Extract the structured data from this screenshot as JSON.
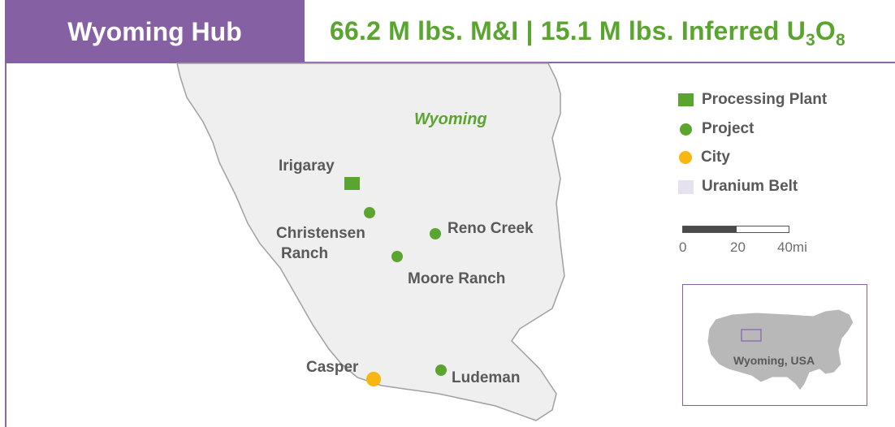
{
  "header": {
    "badge_title": "Wyoming Hub",
    "headline_main": "66.2 M lbs. M&I  | 15.1 M lbs. Inferred U",
    "headline_sub1": "3",
    "headline_o": "O",
    "headline_sub2": "8"
  },
  "map": {
    "state_label": "Wyoming",
    "places": [
      {
        "name": "Irigaray",
        "type": "Processing Plant"
      },
      {
        "name": "Christensen Ranch",
        "type": "Project"
      },
      {
        "name": "Reno Creek",
        "type": "Project"
      },
      {
        "name": "Moore Ranch",
        "type": "Project"
      },
      {
        "name": "Casper",
        "type": "City"
      },
      {
        "name": "Ludeman",
        "type": "Project"
      }
    ],
    "label_christensen_line1": "Christensen",
    "label_christensen_line2": "Ranch"
  },
  "legend": {
    "items": [
      {
        "label": "Processing Plant",
        "symbol": "green-square",
        "color": "#5aa52f"
      },
      {
        "label": "Project",
        "symbol": "green-dot",
        "color": "#5aa52f"
      },
      {
        "label": "City",
        "symbol": "yellow-dot",
        "color": "#f7b611"
      },
      {
        "label": "Uranium Belt",
        "symbol": "lavender-square",
        "color": "#e6e1ee"
      }
    ]
  },
  "scale_bar": {
    "ticks": [
      "0",
      "20",
      "40mi"
    ]
  },
  "inset": {
    "label": "Wyoming, USA"
  },
  "colors": {
    "brand_purple": "#8560a3",
    "green": "#5aa52f",
    "city_yellow": "#f7b611",
    "belt_fill": "#efefef"
  }
}
